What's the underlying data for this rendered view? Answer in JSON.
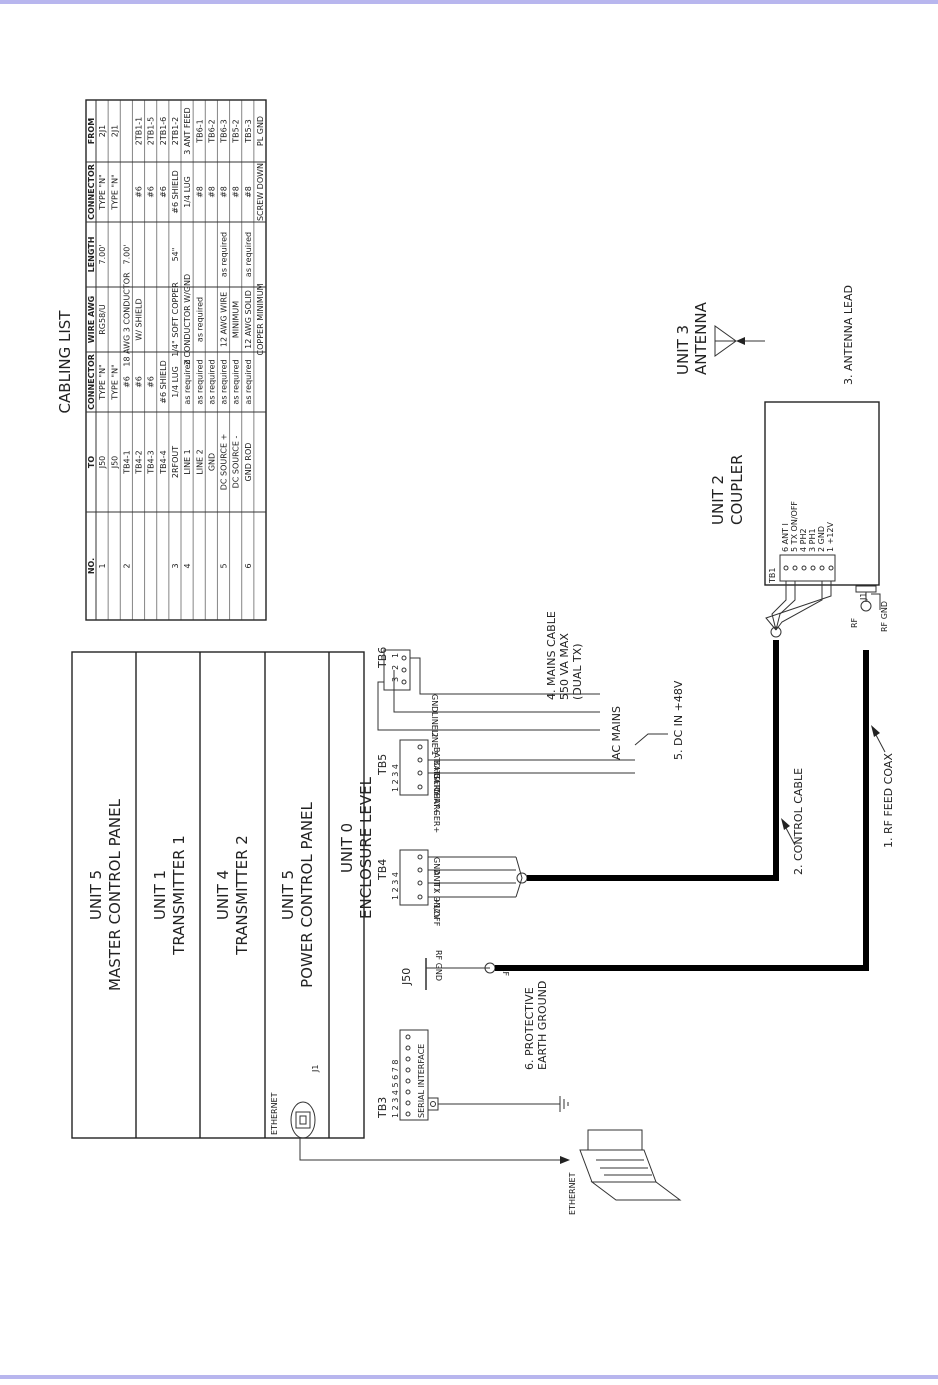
{
  "units": {
    "u5m": {
      "line1": "UNIT 5",
      "line2": "MASTER CONTROL PANEL"
    },
    "u1": {
      "line1": "UNIT 1",
      "line2": "TRANSMITTER 1"
    },
    "u4": {
      "line1": "UNIT 4",
      "line2": "TRANSMITTER 2"
    },
    "u5p": {
      "line1": "UNIT 5",
      "line2": "POWER CONTROL PANEL"
    },
    "u0": {
      "line1": "UNIT 0",
      "line2": "ENCLOSURE LEVEL"
    },
    "u2": {
      "line1": "UNIT 2",
      "line2": "COUPLER"
    },
    "u3": {
      "line1": "UNIT 3",
      "line2": "ANTENNA"
    }
  },
  "connectors": {
    "tb3": "TB3",
    "tb3_pins": "1 2 3 4 5 6 7 8",
    "serial": "SERIAL INTERFACE",
    "ethernet_port": "ETHERNET",
    "j1": "J1",
    "j50": "J50",
    "j50_rf": "RF",
    "j50_gnd": "RF GND",
    "tb4": "TB4",
    "tb4_pins": "1 2 3 4",
    "tb4_labels": [
      "+12V",
      "TX ON/OFF",
      "ANT I",
      "GND"
    ],
    "tb5": "TB5",
    "tb5_pins": "1 2 3 4",
    "tb5_labels": [
      "CHARGER+",
      "BATTERY+",
      "BATTERY-",
      "BATCHG-"
    ],
    "tb6": "TB6",
    "tb6_pins": [
      "3",
      "2",
      "1"
    ],
    "tb6_labels": [
      "LINE 1",
      "LINE 2",
      "GND"
    ],
    "tb1": "TB1",
    "tb1_labels": [
      "6  ANT I",
      "5  TX ON/OFF",
      "4  PH2",
      "3  PH1",
      "2  GND",
      "1  +12V"
    ],
    "cj1": "J1",
    "c_rf": "RF",
    "c_rfgnd": "RF GND"
  },
  "callouts": {
    "c1": "1. RF FEED COAX",
    "c2": "2. CONTROL CABLE",
    "c3": "3. ANTENNA LEAD",
    "c4a": "4. MAINS CABLE",
    "c4b": "550 VA MAX",
    "c4c": "(DUAL TX)",
    "c5": "5. DC IN +48V",
    "c6a": "6. PROTECTIVE",
    "c6b": "EARTH GROUND",
    "ac": "AC MAINS",
    "ethernet_pc": "ETHERNET"
  },
  "cabling": {
    "title": "CABLING LIST",
    "headers": [
      "NO.",
      "TO",
      "CONNECTOR",
      "WIRE AWG",
      "LENGTH",
      "CONNECTOR",
      "FROM"
    ],
    "rows": [
      [
        "1",
        "J50",
        "TYPE \"N\"",
        "RG58/U",
        "7.00'",
        "TYPE \"N\"",
        "2J1"
      ],
      [
        "",
        "J50",
        "TYPE \"N\"",
        "",
        "",
        "TYPE \"N\"",
        "2J1"
      ],
      [
        "2",
        "TB4-1",
        "#6",
        "18 AWG 3 CONDUCTOR",
        "7.00'",
        "",
        ""
      ],
      [
        "",
        "TB4-2",
        "#6",
        "W/ SHIELD",
        "",
        "#6",
        "2TB1-1"
      ],
      [
        "",
        "TB4-3",
        "#6",
        "",
        "",
        "#6",
        "2TB1-5"
      ],
      [
        "",
        "TB4-4",
        "#6 SHIELD",
        "",
        "",
        "#6",
        "2TB1-6"
      ],
      [
        "3",
        "2RFOUT",
        "1/4 LUG",
        "1/4\" SOFT COPPER",
        "54\"",
        "#6 SHIELD",
        "2TB1-2"
      ],
      [
        "4",
        "LINE 1",
        "as required",
        "2 CONDUCTOR W/GND",
        "",
        "1/4 LUG",
        "3 ANT FEED"
      ],
      [
        "",
        "LINE 2",
        "as required",
        "as required",
        "",
        "#8",
        "TB6-1"
      ],
      [
        "",
        "GND",
        "as required",
        "",
        "",
        "#8",
        "TB6-2"
      ],
      [
        "5",
        "DC SOURCE +",
        "as required",
        "12 AWG WIRE",
        "as required",
        "#8",
        "TB6-3"
      ],
      [
        "",
        "DC SOURCE -",
        "as required",
        "MINIMUM",
        "",
        "#8",
        "TB5-2"
      ],
      [
        "6",
        "GND ROD",
        "as required",
        "12 AWG SOLID",
        "as required",
        "#8",
        "TB5-3"
      ],
      [
        "",
        "",
        "",
        "COPPER MINIMUM",
        "",
        "SCREW DOWN",
        "PL GND"
      ]
    ]
  }
}
